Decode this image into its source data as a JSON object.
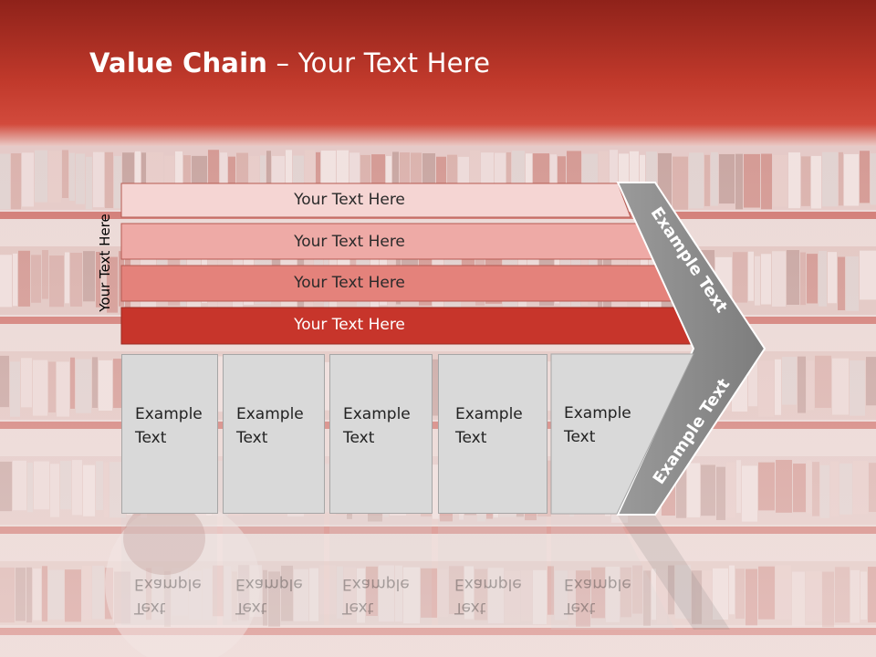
{
  "slide": {
    "title_bold": "Value Chain",
    "title_rest": " – Your Text Here",
    "side_label": "Your Text Here"
  },
  "bars": [
    {
      "label": "Your Text Here",
      "color": "#f5d5d3"
    },
    {
      "label": "Your Text Here",
      "color": "#eeaaa6"
    },
    {
      "label": "Your Text Here",
      "color": "#e4827b"
    },
    {
      "label": "Your Text Here",
      "color": "#c7352b"
    }
  ],
  "cells": [
    {
      "line1": "Example",
      "line2": "Text"
    },
    {
      "line1": "Example",
      "line2": "Text"
    },
    {
      "line1": "Example",
      "line2": "Text"
    },
    {
      "line1": "Example",
      "line2": "Text"
    },
    {
      "line1": "Example",
      "line2": "Text"
    }
  ],
  "chevron": {
    "top_text": "Example Text",
    "bottom_text": "Example Text",
    "color": "#8c8c8c"
  },
  "colors": {
    "header_red": "#c0392b",
    "cell_gray": "#d9d9d9"
  }
}
